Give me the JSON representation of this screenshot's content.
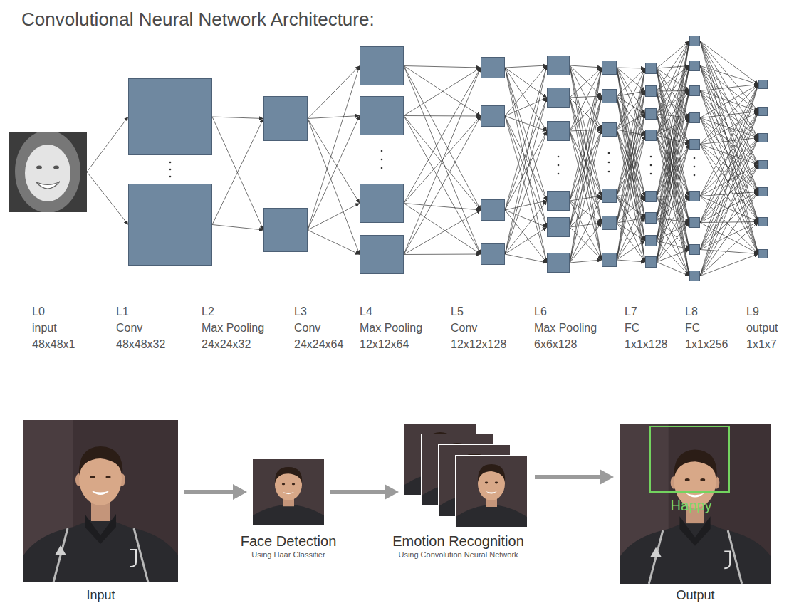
{
  "diagram": {
    "title": "Convolutional Neural Network Architecture:",
    "nodes": [
      {
        "text": [
          "L0",
          "input",
          "48x48x1"
        ]
      },
      {
        "text": [
          "L1",
          "Conv",
          "48x48x32"
        ]
      },
      {
        "text": [
          "L2",
          "Max Pooling",
          "24x24x32"
        ]
      },
      {
        "text": [
          "L3",
          "Conv",
          "24x24x64"
        ]
      },
      {
        "text": [
          "L4",
          "Max Pooling",
          "12x12x64"
        ]
      },
      {
        "text": [
          "L5",
          "Conv",
          "12x12x128"
        ]
      },
      {
        "text": [
          "L6",
          "Max Pooling",
          "6x6x128"
        ]
      },
      {
        "text": [
          "L7",
          "FC",
          "1x1x128"
        ]
      },
      {
        "text": [
          "L8",
          "FC",
          "1x1x256"
        ]
      },
      {
        "text": [
          "L9",
          "output",
          "1x1x7"
        ]
      },
      {
        "text": [
          "Input"
        ]
      },
      {
        "text": [
          "Face Detection",
          "Using Haar Classifier"
        ]
      },
      {
        "text": [
          "Emotion Recognition",
          "Using Convolution Neural Network"
        ]
      },
      {
        "text": [
          "Output"
        ]
      },
      {
        "text": [
          "Happy"
        ],
        "in": 13
      }
    ],
    "edges": [
      {
        "from": 0,
        "to": 1,
        "arrow": "to"
      },
      {
        "from": 1,
        "to": 2,
        "arrow": "to"
      },
      {
        "from": 2,
        "to": 3,
        "arrow": "to"
      },
      {
        "from": 3,
        "to": 4,
        "arrow": "to"
      },
      {
        "from": 4,
        "to": 5,
        "arrow": "to"
      },
      {
        "from": 5,
        "to": 6,
        "arrow": "to"
      },
      {
        "from": 6,
        "to": 7,
        "arrow": "to"
      },
      {
        "from": 7,
        "to": 8,
        "arrow": "to"
      },
      {
        "from": 8,
        "to": 9,
        "arrow": "to"
      },
      {
        "from": 10,
        "to": 11,
        "arrow": "to"
      },
      {
        "from": 11,
        "to": 12,
        "arrow": "to"
      },
      {
        "from": 12,
        "to": 13,
        "arrow": "to"
      }
    ]
  }
}
